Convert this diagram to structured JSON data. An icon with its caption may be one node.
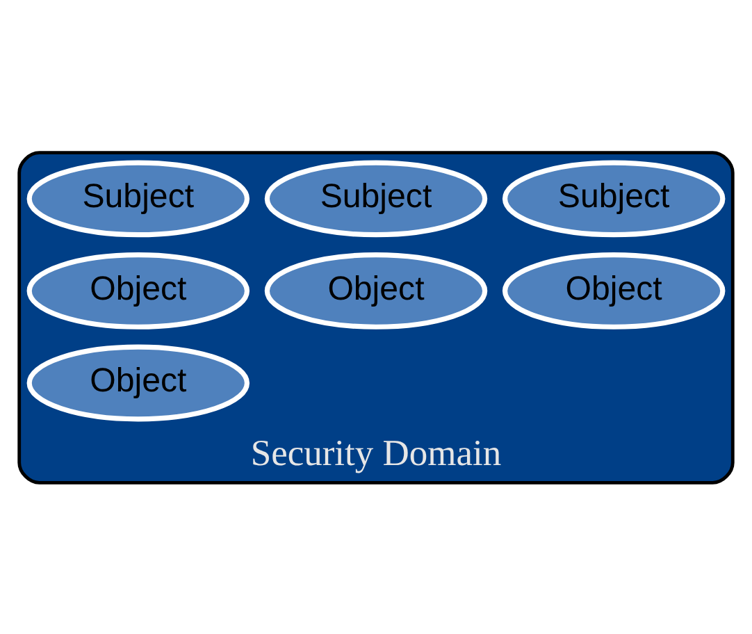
{
  "diagram": {
    "nodes": [
      {
        "text": [
          "Security Domain"
        ]
      },
      {
        "text": [
          "Subject"
        ],
        "in": 0
      },
      {
        "text": [
          "Subject"
        ],
        "in": 0
      },
      {
        "text": [
          "Subject"
        ],
        "in": 0
      },
      {
        "text": [
          "Object"
        ],
        "in": 0
      },
      {
        "text": [
          "Object"
        ],
        "in": 0
      },
      {
        "text": [
          "Object"
        ],
        "in": 0
      },
      {
        "text": [
          "Object"
        ],
        "in": 0
      }
    ],
    "edges": []
  }
}
